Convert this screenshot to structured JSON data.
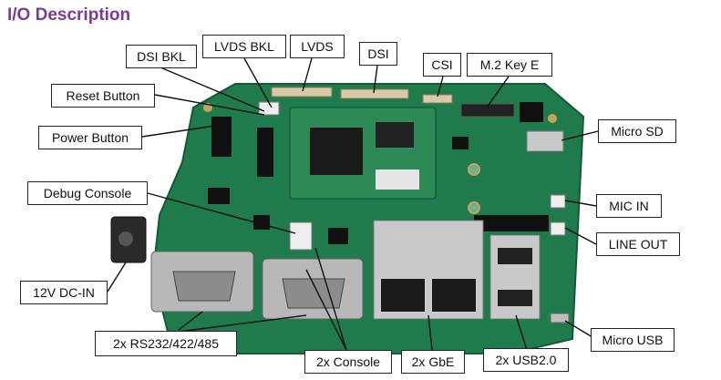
{
  "title": "I/O Description",
  "labels": {
    "dsi_bkl": "DSI BKL",
    "lvds_bkl": "LVDS BKL",
    "lvds": "LVDS",
    "dsi": "DSI",
    "csi": "CSI",
    "m2_key_e": "M.2 Key E",
    "reset_button": "Reset Button",
    "power_button": "Power Button",
    "micro_sd": "Micro SD",
    "debug_console": "Debug Console",
    "mic_in": "MIC IN",
    "line_out": "LINE OUT",
    "dc_in": "12V DC-IN",
    "rs232": "2x RS232/422/485",
    "console": "2x Console",
    "gbe": "2x GbE",
    "usb": "2x USB2.0",
    "micro_usb": "Micro USB"
  },
  "colors": {
    "title": "#7b3a96",
    "pcb": "#1f7a4c",
    "pcb_dark": "#145a36",
    "metal": "#b8b8b8",
    "gold": "#c8a35a"
  }
}
